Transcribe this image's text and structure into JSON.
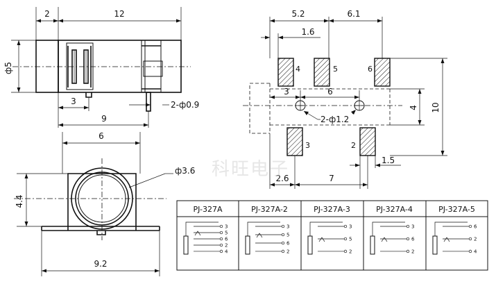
{
  "side_view": {
    "dim_top_a": "2",
    "dim_top_b": "12",
    "dim_dia": "ф5",
    "dim_bottom_a": "3",
    "dim_bottom_b": "9",
    "pin_callout": "2-ф0.9"
  },
  "footprint_view": {
    "dim_top_a": "5.2",
    "dim_top_b": "6.1",
    "dim_top_c": "1.6",
    "dim_mid_a": "3",
    "dim_mid_b": "6",
    "dim_right_a": "4",
    "dim_right_b": "10",
    "hole_callout": "2-ф1.2",
    "dim_bottom_a": "1.5",
    "dim_bottom_b": "2.6",
    "dim_bottom_c": "7",
    "pads": [
      "4",
      "5",
      "6",
      "3",
      "2"
    ]
  },
  "front_view": {
    "dim_top": "6",
    "dim_dia": "ф3.6",
    "dim_height": "4.4",
    "dim_bottom": "9.2"
  },
  "watermark": "科旺电子",
  "models_table": {
    "models": [
      {
        "name": "PJ-327A",
        "pins": [
          "3",
          "5",
          "6",
          "2",
          "4"
        ]
      },
      {
        "name": "PJ-327A-2",
        "pins": [
          "3",
          "5",
          "6",
          "2"
        ]
      },
      {
        "name": "PJ-327A-3",
        "pins": [
          "3",
          "5",
          "2"
        ]
      },
      {
        "name": "PJ-327A-4",
        "pins": [
          "3",
          "6",
          "2"
        ]
      },
      {
        "name": "PJ-327A-5",
        "pins": [
          "6",
          "2",
          "4"
        ]
      }
    ]
  }
}
